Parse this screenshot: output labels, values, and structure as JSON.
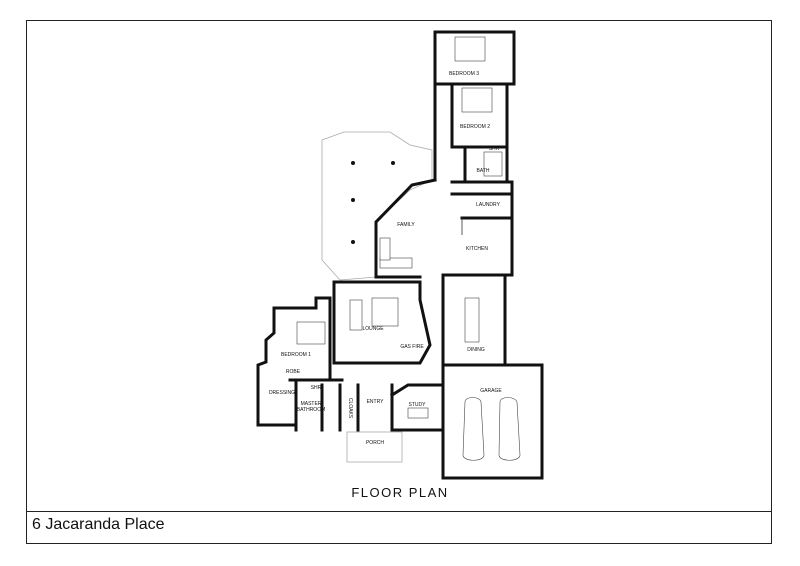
{
  "plan": {
    "title": "FLOOR PLAN",
    "address": "6 Jacaranda Place"
  },
  "rooms": {
    "bedroom3": "BEDROOM 3",
    "bedroom2": "BEDROOM 2",
    "bath": "BATH",
    "laundry": "LAUNDRY",
    "family": "FAMILY",
    "kitchen": "KITCHEN",
    "lounge": "LOUNGE",
    "dining": "DINING",
    "bedroom1": "BEDROOM 1",
    "dressing": "DRESSING",
    "master_bathroom_line1": "MASTER",
    "master_bathroom_line2": "BATHROOM",
    "cloaks": "CLOAKS",
    "entry": "ENTRY",
    "study": "STUDY",
    "garage": "GARAGE",
    "porch": "PORCH"
  },
  "fixtures": {
    "shr_bath": "SHR",
    "shr_master": "SHR",
    "gas_fire": "GAS FIRE",
    "robe": "ROBE"
  }
}
